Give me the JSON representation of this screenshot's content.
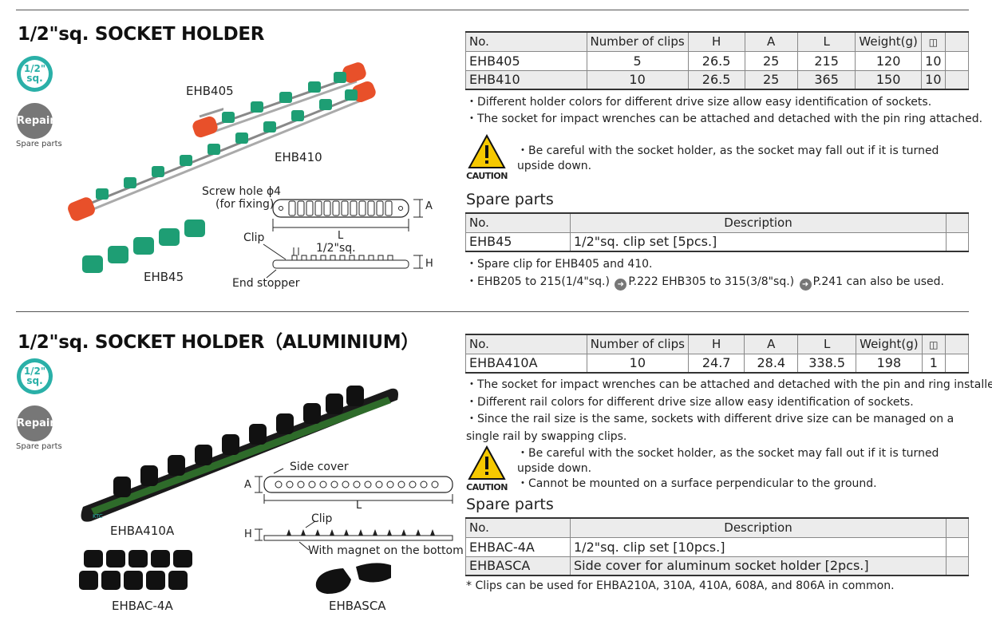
{
  "section1": {
    "title": "1/2\"sq. SOCKET HOLDER",
    "badge_top": "1/2\"",
    "badge_bottom": "sq.",
    "repair": "Repair",
    "spare_parts_label": "Spare parts",
    "labels": {
      "ehb405": "EHB405",
      "ehb410": "EHB410",
      "ehb45": "EHB45",
      "screw_hole": "Screw hole ϕ4",
      "for_fixing": "(for fixing)",
      "dim_a": "A",
      "dim_l": "L",
      "clip": "Clip",
      "half_sq": "1/2\"sq.",
      "dim_h": "H",
      "end_stopper": "End stopper"
    },
    "table": {
      "headers": [
        "No.",
        "Number of clips",
        "H",
        "A",
        "L",
        "Weight(g)",
        ""
      ],
      "rows": [
        [
          "EHB405",
          "5",
          "26.5",
          "25",
          "215",
          "120",
          "10"
        ],
        [
          "EHB410",
          "10",
          "26.5",
          "25",
          "365",
          "150",
          "10"
        ]
      ]
    },
    "notes": [
      "・Different holder colors for different drive size allow easy identification of sockets.",
      "・The socket for impact wrenches can be attached and detached with the pin ring attached."
    ],
    "caution_word": "CAUTION",
    "caution_notes": [
      "・Be careful with the socket holder, as the socket may fall out if it is turned upside down."
    ],
    "spare_title": "Spare parts",
    "spare_table": {
      "headers": [
        "No.",
        "Description",
        ""
      ],
      "rows": [
        [
          "EHB45",
          "1/2\"sq. clip set [5pcs.]",
          ""
        ]
      ]
    },
    "spare_notes": {
      "n1": "・Spare clip for EHB405 and 410.",
      "n2a": "・EHB205 to 215(1/4\"sq.)",
      "n2b": "P.222 EHB305 to 315(3/8\"sq.)",
      "n2c": "P.241 can also be used."
    }
  },
  "section2": {
    "title": "1/2\"sq. SOCKET HOLDER（ALUMINIUM）",
    "badge_top": "1/2\"",
    "badge_bottom": "sq.",
    "repair": "Repair",
    "spare_parts_label": "Spare parts",
    "labels": {
      "ehba410a": "EHBA410A",
      "ehbac4a": "EHBAC-4A",
      "ehbasca": "EHBASCA",
      "side_cover": "Side cover",
      "dim_a": "A",
      "dim_l": "L",
      "clip": "Clip",
      "dim_h": "H",
      "magnet": "With magnet on the bottom",
      "ktc": "KTC"
    },
    "table": {
      "headers": [
        "No.",
        "Number of clips",
        "H",
        "A",
        "L",
        "Weight(g)",
        ""
      ],
      "rows": [
        [
          "EHBA410A",
          "10",
          "24.7",
          "28.4",
          "338.5",
          "198",
          "1"
        ]
      ]
    },
    "notes": [
      "・The socket for impact wrenches can be attached and detached with the pin and ring installed.",
      "・Different rail colors for different drive size allow easy identification of sockets.",
      "・Since the rail size is the same, sockets with different drive size can be managed on a single rail by swapping clips."
    ],
    "caution_word": "CAUTION",
    "caution_notes": [
      "・Be careful with the socket holder, as the socket may fall out if it is turned upside down.",
      "・Cannot be mounted on a surface perpendicular to the ground."
    ],
    "spare_title": "Spare parts",
    "spare_table": {
      "headers": [
        "No.",
        "Description",
        ""
      ],
      "rows": [
        [
          "EHBAC-4A",
          "1/2\"sq. clip set [10pcs.]",
          ""
        ],
        [
          "EHBASCA",
          "Side cover for aluminum socket holder [2pcs.]",
          ""
        ]
      ]
    },
    "footnote": "* Clips can be used for EHBA210A, 310A, 410A, 608A, and 806A in common."
  },
  "colors": {
    "teal": "#2ab0a8",
    "red_orange": "#e8502a",
    "rail_green": "#2e6b2a",
    "clip_green": "#1e9e74"
  },
  "icons": {
    "ref_arrow": "circle-arrow-icon",
    "qty": "box-icon",
    "caution": "warning-triangle-icon"
  }
}
